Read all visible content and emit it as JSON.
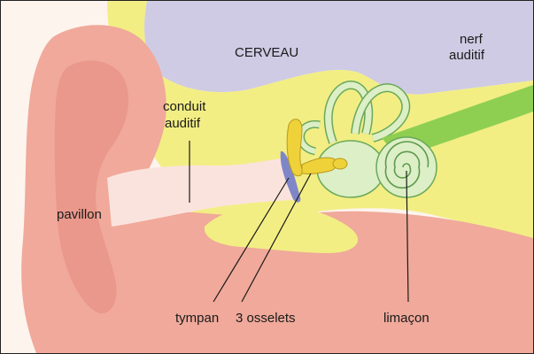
{
  "labels": {
    "brain": "CERVEAU",
    "auditory_nerve_line1": "nerf",
    "auditory_nerve_line2": "auditif",
    "ear_canal_line1": "conduit",
    "ear_canal_line2": "auditif",
    "auricle": "pavillon",
    "eardrum": "tympan",
    "ossicles": "3 osselets",
    "cochlea": "limaçon"
  },
  "colors": {
    "brain": "#cfcbe4",
    "bone": "#f2ee84",
    "skin": "#f0a99a",
    "skin_dark": "#e58b80",
    "canal": "#fbe3dd",
    "inner_ear": "#dcefc6",
    "nerve": "#8ecf52",
    "ossicles": "#efd23a",
    "eardrum": "#7f86c8"
  }
}
